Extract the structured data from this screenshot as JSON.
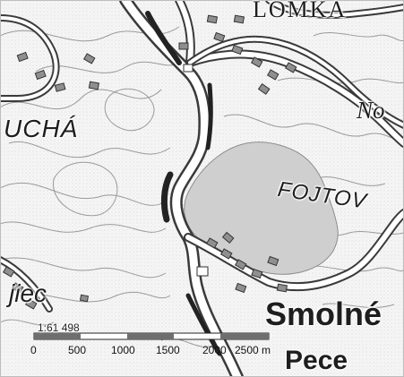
{
  "labels": {
    "lomka_fragment": "LOMKA",
    "place_ucha": "UCHÁ",
    "place_no_fragment": "No",
    "place_fojtov": "FOJTOV",
    "place_jiec_fragment": "jiec",
    "town_smolne": "Smolné",
    "town_second_fragment": "Pece"
  },
  "scale": {
    "ratio": "1:61 498",
    "ticks": [
      "0",
      "500",
      "1000",
      "1500",
      "2000",
      "2500 m"
    ]
  },
  "colors": {
    "background": "#f4f4f4",
    "contour": "#9a9a9a",
    "road_outline": "#3a3a3a",
    "road_fill": "#ffffff",
    "water_area": "#cfcfcf",
    "building": "#8f8f8f",
    "river": "#222222"
  }
}
